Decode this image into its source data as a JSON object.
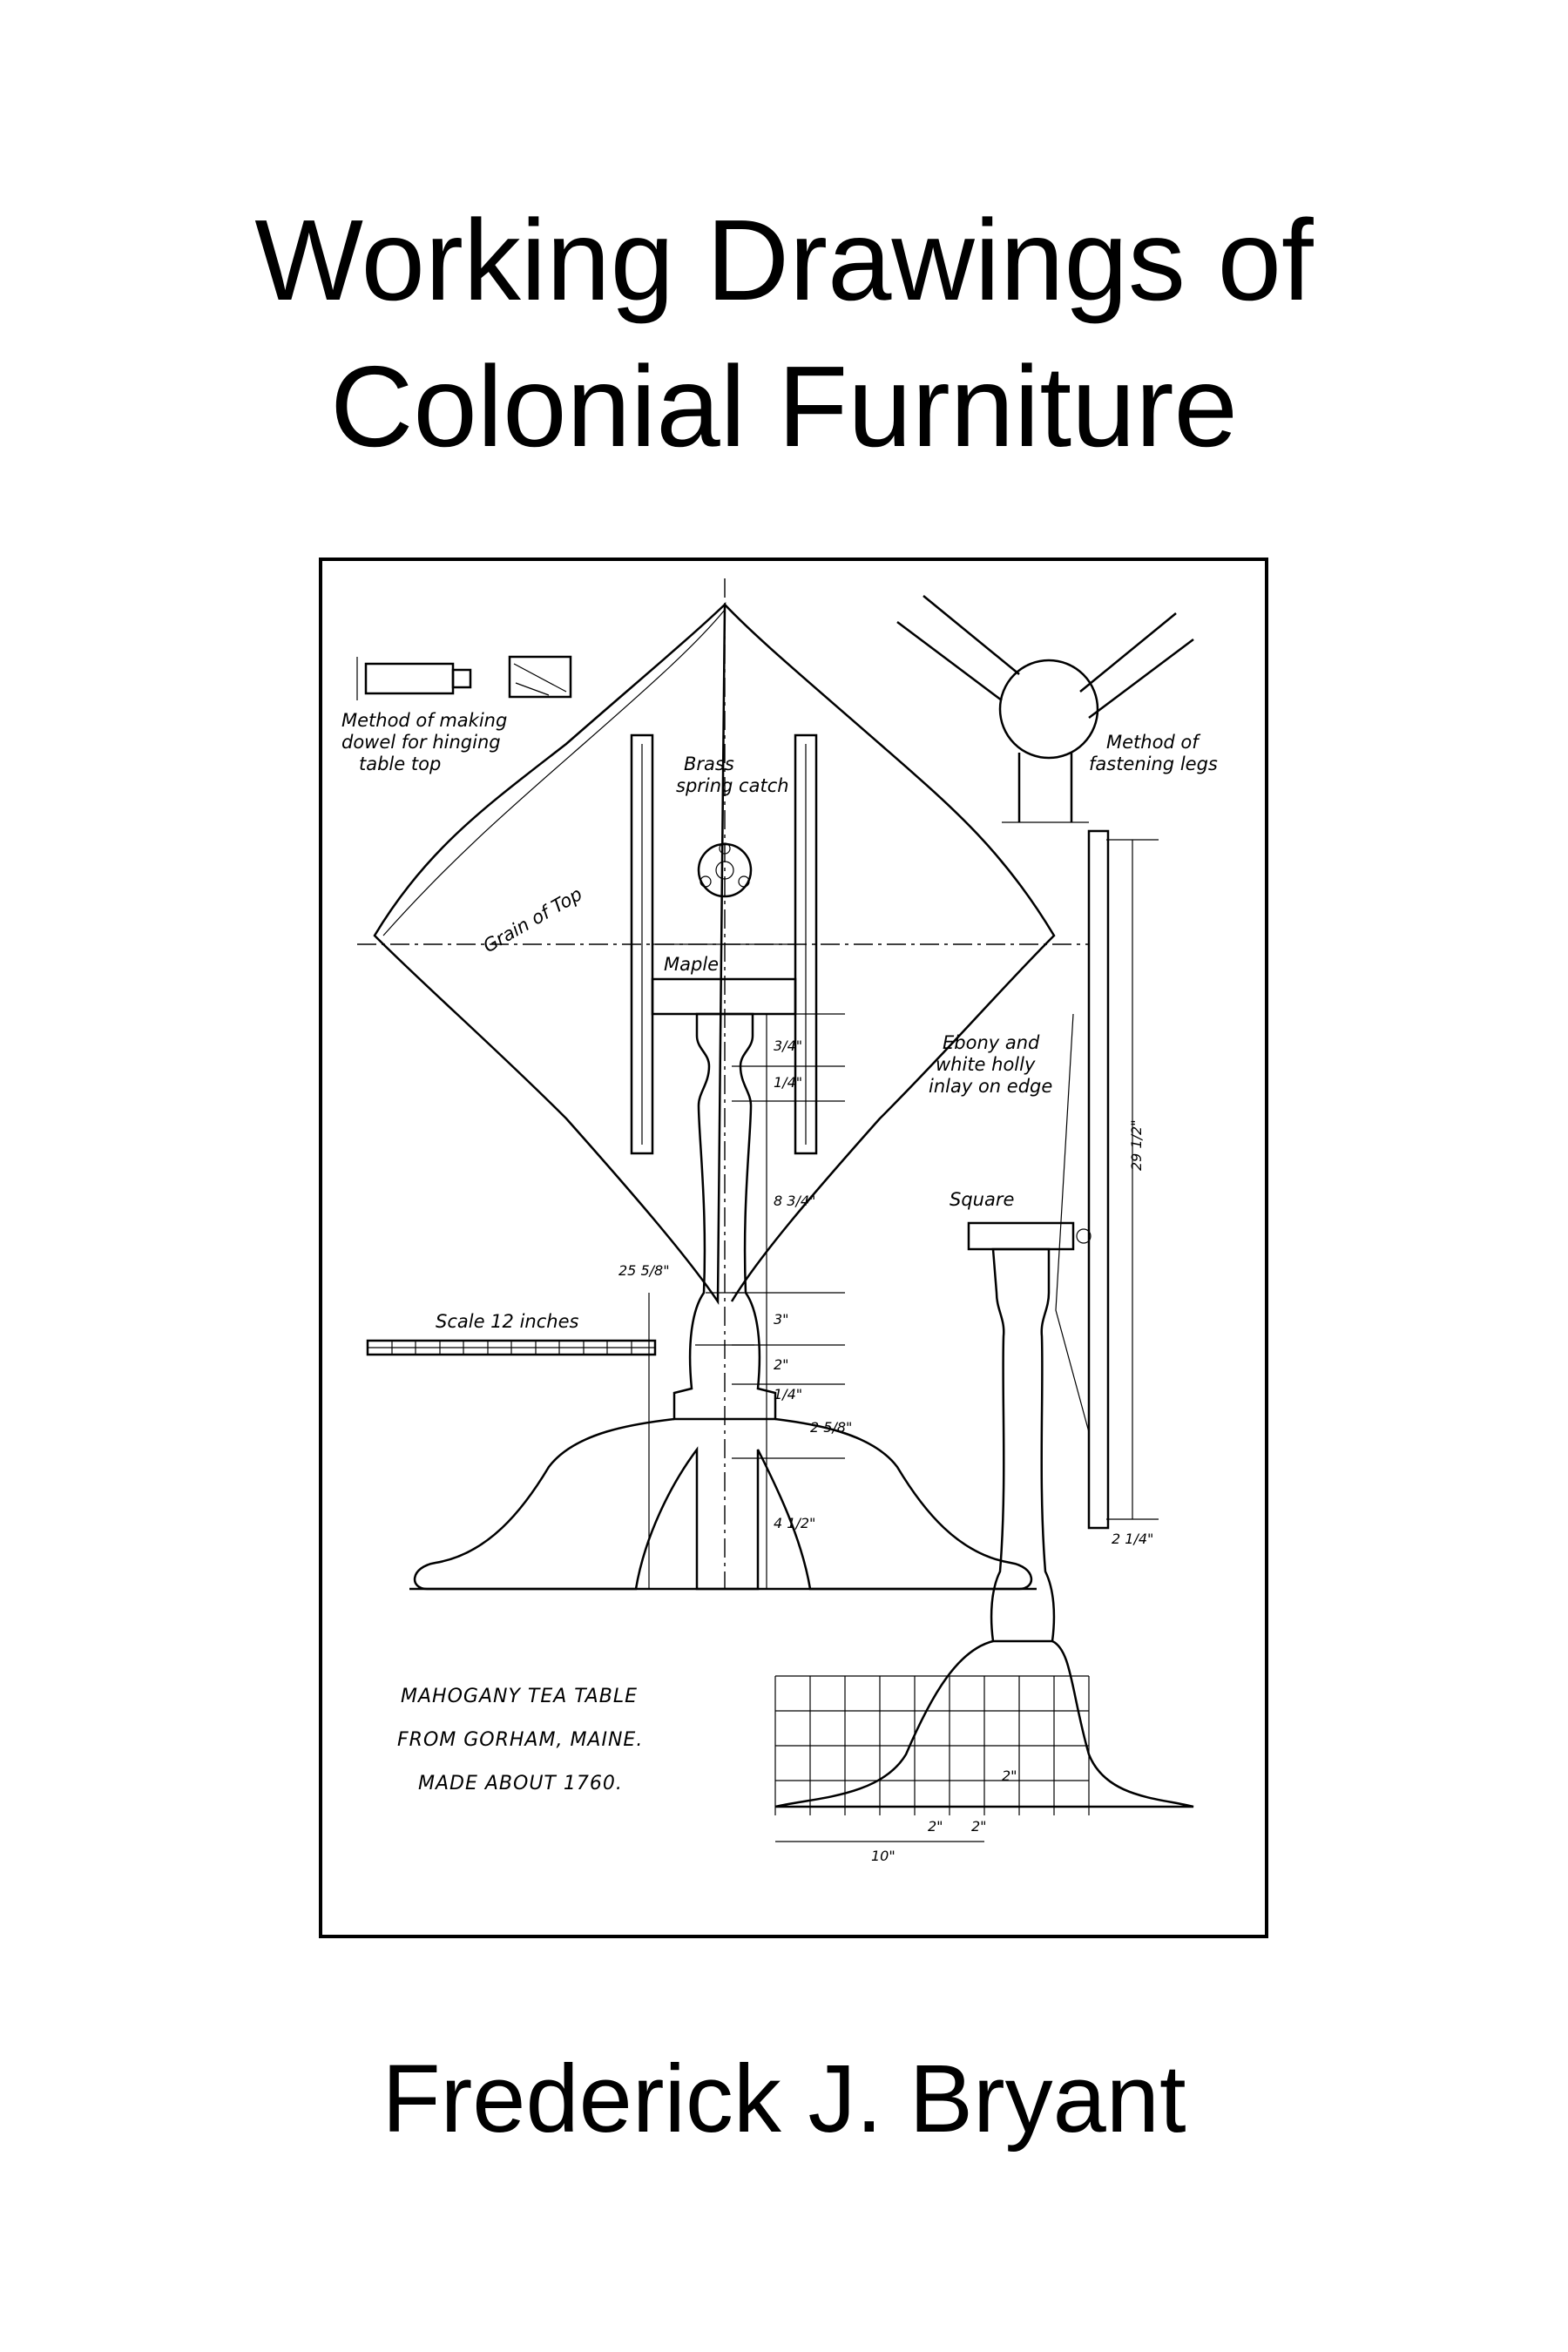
{
  "cover": {
    "title_line1": "Working Drawings of",
    "title_line2": "Colonial Furniture",
    "author": "Frederick J. Bryant"
  },
  "drawing": {
    "labels": {
      "dowel_1": "Method of making",
      "dowel_2": "dowel for hinging",
      "dowel_3": "table top",
      "brass_1": "Brass",
      "brass_2": "spring catch",
      "legs_1": "Method of",
      "legs_2": "fastening legs",
      "grain": "Grain of Top",
      "maple": "Maple",
      "inlay_1": "Ebony and",
      "inlay_2": "white holly",
      "inlay_3": "inlay on edge",
      "square": "Square",
      "scale": "Scale 12 inches",
      "caption_1": "MAHOGANY TEA TABLE",
      "caption_2": "FROM GORHAM, MAINE.",
      "caption_3": "MADE ABOUT 1760."
    },
    "dimensions": {
      "d1": "3/4\"",
      "d2": "1/4\"",
      "d3": "8 3/4\"",
      "d4": "25 5/8\"",
      "d5": "3\"",
      "d6": "2\"",
      "d7": "1/4\"",
      "d8": "2 5/8\"",
      "d9": "4 1/2\"",
      "d10": "29 1/2\"",
      "d11": "2 1/4\"",
      "d12": "2\"",
      "d13": "2\"",
      "d14": "2\"",
      "d15": "10\""
    }
  }
}
